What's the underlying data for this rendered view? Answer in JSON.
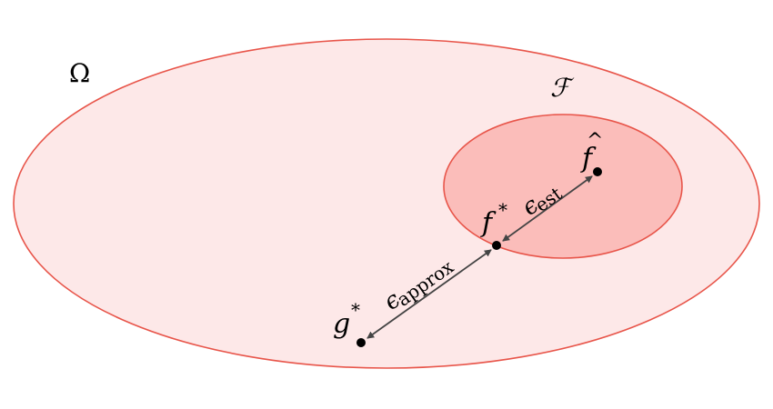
{
  "diagram": {
    "outer_set": {
      "label": "Ω",
      "fill": "#fde8e8",
      "stroke": "#e8554a"
    },
    "inner_set": {
      "label": "ℱ",
      "fill": "#fbbdba",
      "stroke": "#e8554a"
    },
    "points": {
      "g_star": {
        "base": "g",
        "sup": "*"
      },
      "f_star": {
        "base": "f",
        "sup": "*"
      },
      "f_hat": {
        "base": "f",
        "hat": "^"
      }
    },
    "arrows": {
      "approx": {
        "epsilon": "ϵ",
        "subscript": "approx"
      },
      "est": {
        "epsilon": "ϵ",
        "subscript": "est"
      }
    },
    "arrow_color": "#444444"
  }
}
